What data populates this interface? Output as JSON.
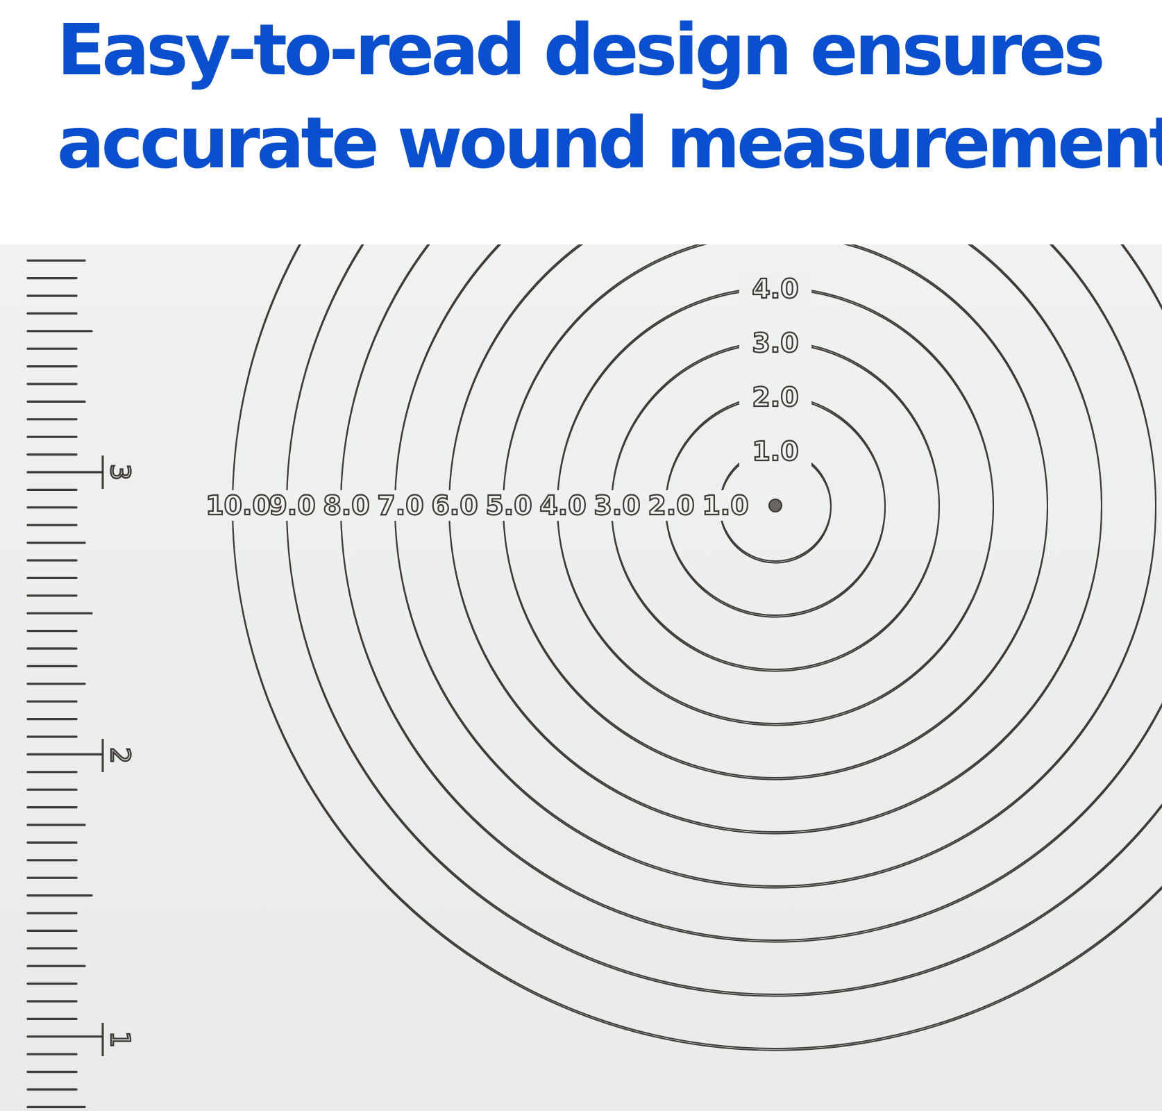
{
  "headline": {
    "line1": "Easy-to-read design ensures",
    "line2": "accurate wound measurements"
  },
  "ruler": {
    "labels": [
      "3",
      "2",
      "1"
    ],
    "color": "#3e3a35"
  },
  "rings": {
    "radius_labels": [
      "1.0",
      "2.0",
      "3.0",
      "4.0",
      "5.0",
      "6.0",
      "7.0",
      "8.0",
      "9.0",
      "10.0"
    ],
    "top_labels": [
      "1.0",
      "2.0",
      "3.0",
      "4.0"
    ],
    "stroke_color": "#3e3a35"
  },
  "colors": {
    "headline": "#0a4fcf",
    "background": "#ffffff",
    "sheet": "#eef0f0"
  }
}
